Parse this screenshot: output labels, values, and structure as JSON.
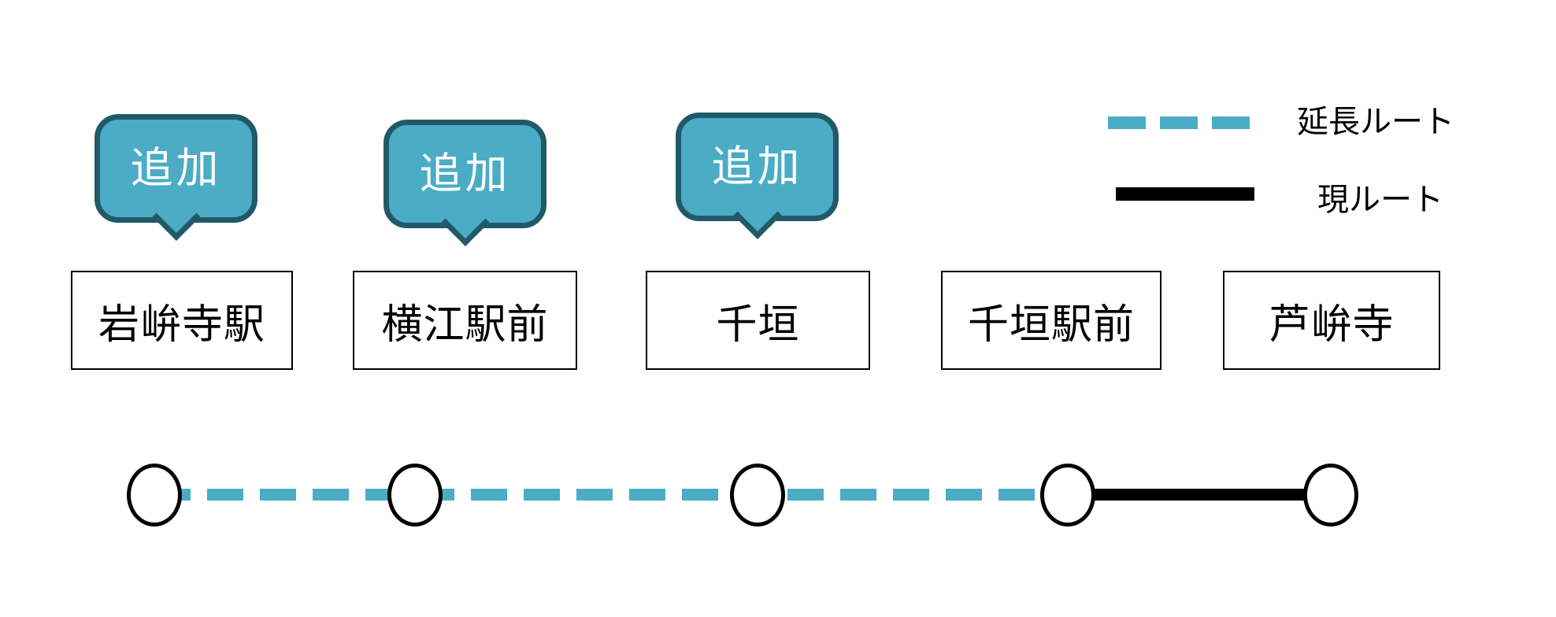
{
  "diagram": {
    "title": "route-extension-diagram",
    "background": "#FFFFFF",
    "colors": {
      "accent_teal": "#4BACC6",
      "bubble_border_teal": "#215968",
      "line_black": "#000000",
      "bubble_text": "#FFFFFF"
    },
    "bubbles": [
      {
        "label": "追加"
      },
      {
        "label": "追加"
      },
      {
        "label": "追加"
      }
    ],
    "stations": [
      {
        "name": "岩峅寺駅",
        "added": true
      },
      {
        "name": "横江駅前",
        "added": true
      },
      {
        "name": "千垣",
        "added": true
      },
      {
        "name": "千垣駅前",
        "added": false
      },
      {
        "name": "芦峅寺",
        "added": false
      }
    ],
    "route": {
      "node_count": 5,
      "segments": [
        {
          "style": "dashed",
          "color": "#4BACC6",
          "type": "延長ルート",
          "from": "岩峅寺駅",
          "to": "千垣駅前"
        },
        {
          "style": "solid",
          "color": "#000000",
          "type": "現ルート",
          "from": "千垣駅前",
          "to": "芦峅寺"
        }
      ]
    },
    "legend": {
      "items": [
        {
          "label": "延長ルート",
          "swatch": "dashed-teal-line",
          "color": "#4BACC6"
        },
        {
          "label": "現ルート",
          "swatch": "solid-black-line",
          "color": "#000000"
        }
      ]
    }
  }
}
